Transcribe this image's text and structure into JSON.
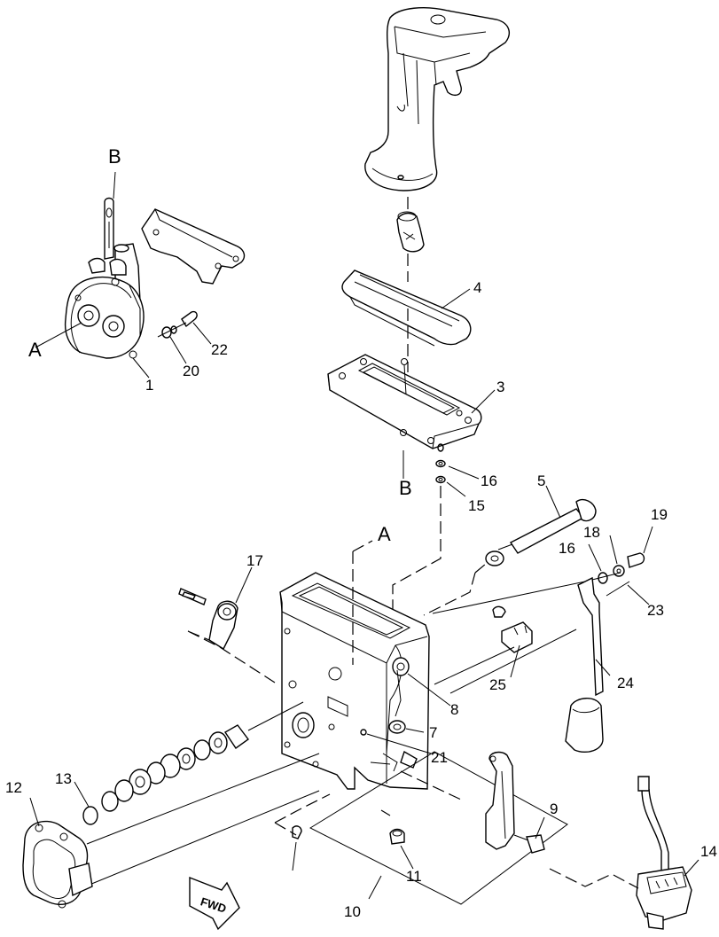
{
  "callouts": {
    "c1": "1",
    "c3": "3",
    "c4": "4",
    "c5": "5",
    "c7": "7",
    "c8": "8",
    "c9": "9",
    "c10": "10",
    "c11": "11",
    "c12": "12",
    "c13": "13",
    "c14": "14",
    "c15": "15",
    "c16a": "16",
    "c16b": "16",
    "c17": "17",
    "c18": "18",
    "c19": "19",
    "c20": "20",
    "c21": "21",
    "c22": "22",
    "c23": "23",
    "c24": "24",
    "c25": "25"
  },
  "refs": {
    "a_top": "A",
    "a_left": "A",
    "b_top": "B",
    "b_mid": "B"
  },
  "fwd_label": "FWD"
}
